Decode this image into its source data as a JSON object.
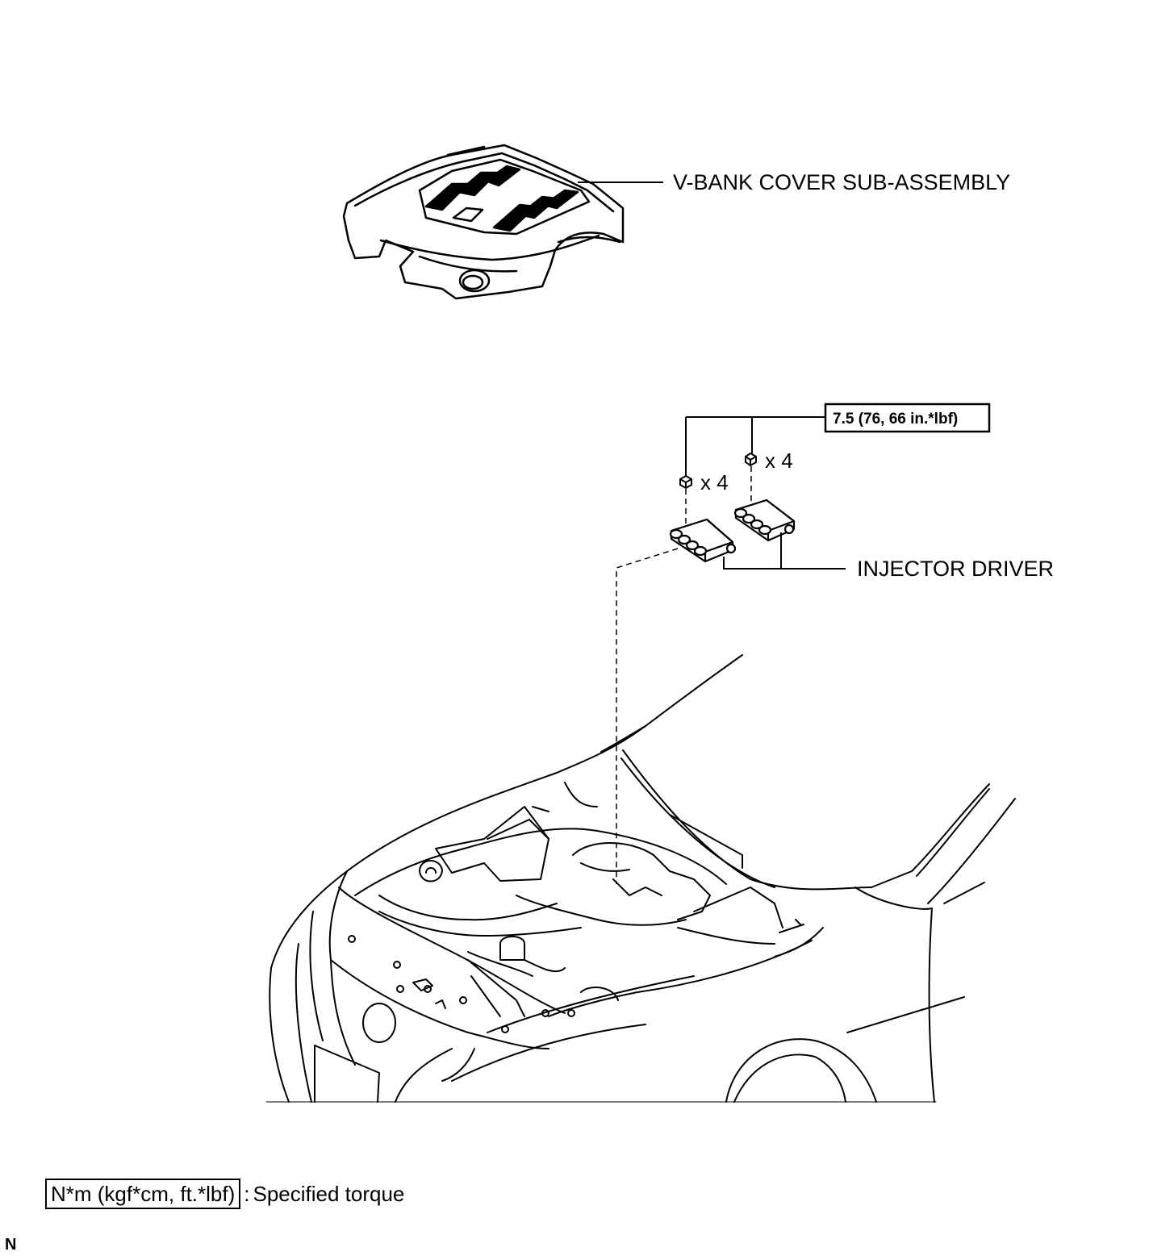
{
  "labels": {
    "v_bank_cover": "V-BANK COVER SUB-ASSEMBLY",
    "injector_driver": "INJECTOR DRIVER",
    "torque_spec": "7.5 (76, 66 in.*lbf)",
    "qty_upper": "x 4",
    "qty_lower": "x 4"
  },
  "legend": {
    "unit": "N*m (kgf*cm, ft.*lbf)",
    "separator": ":",
    "description": "Specified torque"
  },
  "corner_code": "N"
}
